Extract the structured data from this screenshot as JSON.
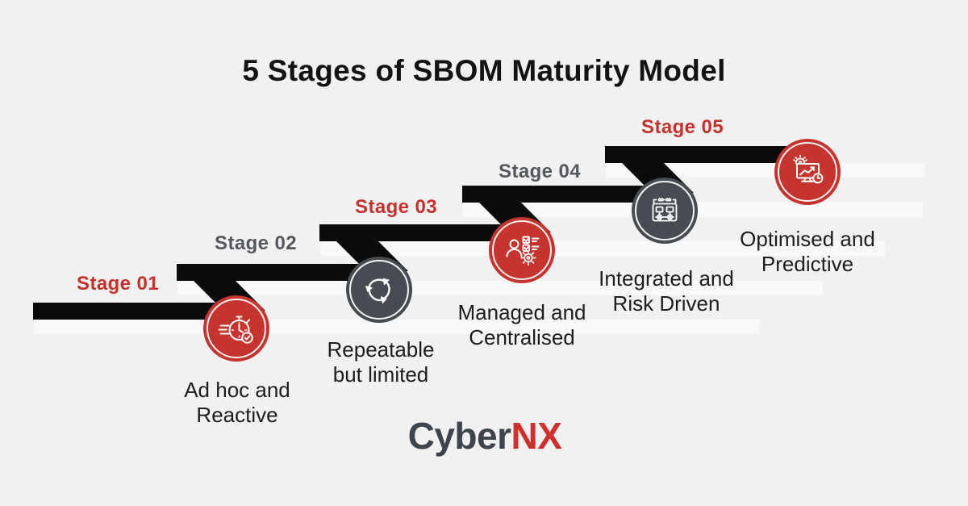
{
  "title": "5 Stages of SBOM Maturity Model",
  "stages": [
    {
      "label": "Stage 01",
      "name": "Ad hoc and Reactive",
      "lines": [
        "Ad hoc and",
        "Reactive"
      ],
      "icon": "speed-stopwatch-icon",
      "theme": "red"
    },
    {
      "label": "Stage 02",
      "name": "Repeatable but limited",
      "lines": [
        "Repeatable",
        "but limited"
      ],
      "icon": "cycle-arrows-icon",
      "theme": "gray"
    },
    {
      "label": "Stage 03",
      "name": "Managed and Centralised",
      "lines": [
        "Managed and",
        "Centralised"
      ],
      "icon": "person-checklist-gear-icon",
      "theme": "red"
    },
    {
      "label": "Stage 04",
      "name": "Integrated and Risk Driven",
      "lines": [
        "Integrated and",
        "Risk Driven"
      ],
      "icon": "automation-workflow-icon",
      "theme": "gray"
    },
    {
      "label": "Stage 05",
      "name": "Optimised and Predictive",
      "lines": [
        "Optimised and",
        "Predictive"
      ],
      "icon": "monitor-analytics-icon",
      "theme": "red"
    }
  ],
  "logo": {
    "part1": "Cyber",
    "part2": "NX"
  },
  "colors": {
    "background": "#F1F1F2",
    "step_bar": "#0B0B0C",
    "step_highlight": "#F8F9FA",
    "accent_red": "#C5342F",
    "badge_gray": "#474C52",
    "stage_label_red": "#C3322E",
    "stage_label_gray": "#54585D",
    "text_dark": "#1D1D1F",
    "logo_gray": "#3D444B",
    "logo_red": "#CE312D"
  }
}
